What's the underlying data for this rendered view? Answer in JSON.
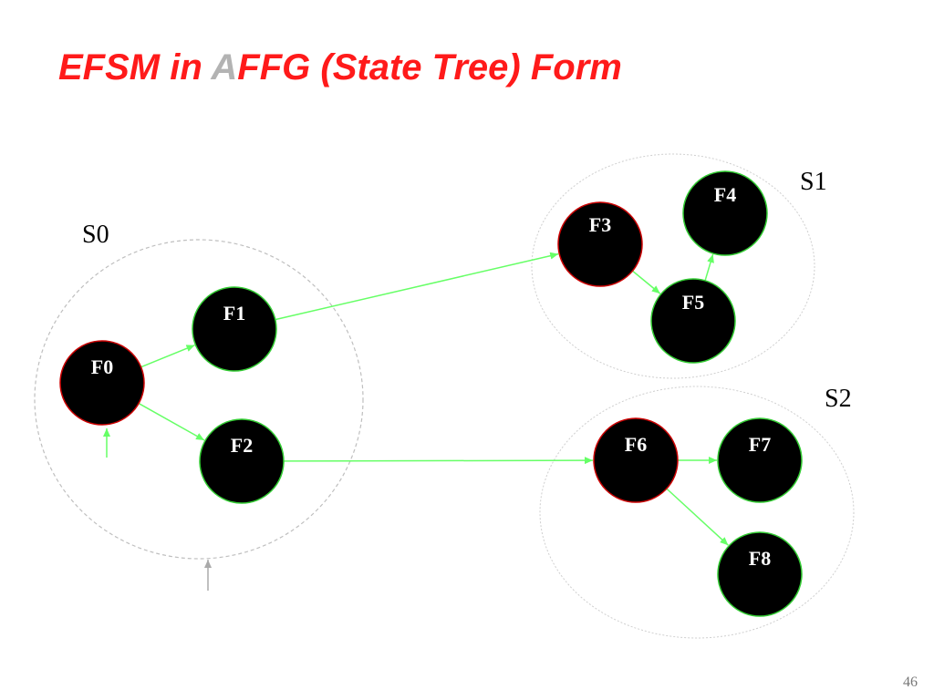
{
  "title": {
    "part1": "EFSM in ",
    "part2": "A",
    "part3": "FFG (State Tree) Form"
  },
  "groups": [
    {
      "id": "S0",
      "label": "S0"
    },
    {
      "id": "S1",
      "label": "S1"
    },
    {
      "id": "S2",
      "label": "S2"
    }
  ],
  "nodes": [
    {
      "id": "F0",
      "label": "F0",
      "group": "S0",
      "border": "#cc0000"
    },
    {
      "id": "F1",
      "label": "F1",
      "group": "S0",
      "border": "#33cc33"
    },
    {
      "id": "F2",
      "label": "F2",
      "group": "S0",
      "border": "#33cc33"
    },
    {
      "id": "F3",
      "label": "F3",
      "group": "S1",
      "border": "#cc0000"
    },
    {
      "id": "F4",
      "label": "F4",
      "group": "S1",
      "border": "#33cc33"
    },
    {
      "id": "F5",
      "label": "F5",
      "group": "S1",
      "border": "#33cc33"
    },
    {
      "id": "F6",
      "label": "F6",
      "group": "S2",
      "border": "#cc0000"
    },
    {
      "id": "F7",
      "label": "F7",
      "group": "S2",
      "border": "#33cc33"
    },
    {
      "id": "F8",
      "label": "F8",
      "group": "S2",
      "border": "#33cc33"
    }
  ],
  "edges": [
    {
      "from": "F0",
      "to": "F1"
    },
    {
      "from": "F0",
      "to": "F2"
    },
    {
      "from": "F1",
      "to": "F3"
    },
    {
      "from": "F2",
      "to": "F6"
    },
    {
      "from": "F3",
      "to": "F5"
    },
    {
      "from": "F5",
      "to": "F4"
    },
    {
      "from": "F6",
      "to": "F7"
    },
    {
      "from": "F6",
      "to": "F8"
    }
  ],
  "colors": {
    "title": "#ff1a1a",
    "title_accent": "#b3b3b3",
    "node_fill": "#000000",
    "edge": "#66ff66",
    "group_outline": "#bfbfbf",
    "entry_grey": "#aaaaaa"
  },
  "page_number": "46"
}
